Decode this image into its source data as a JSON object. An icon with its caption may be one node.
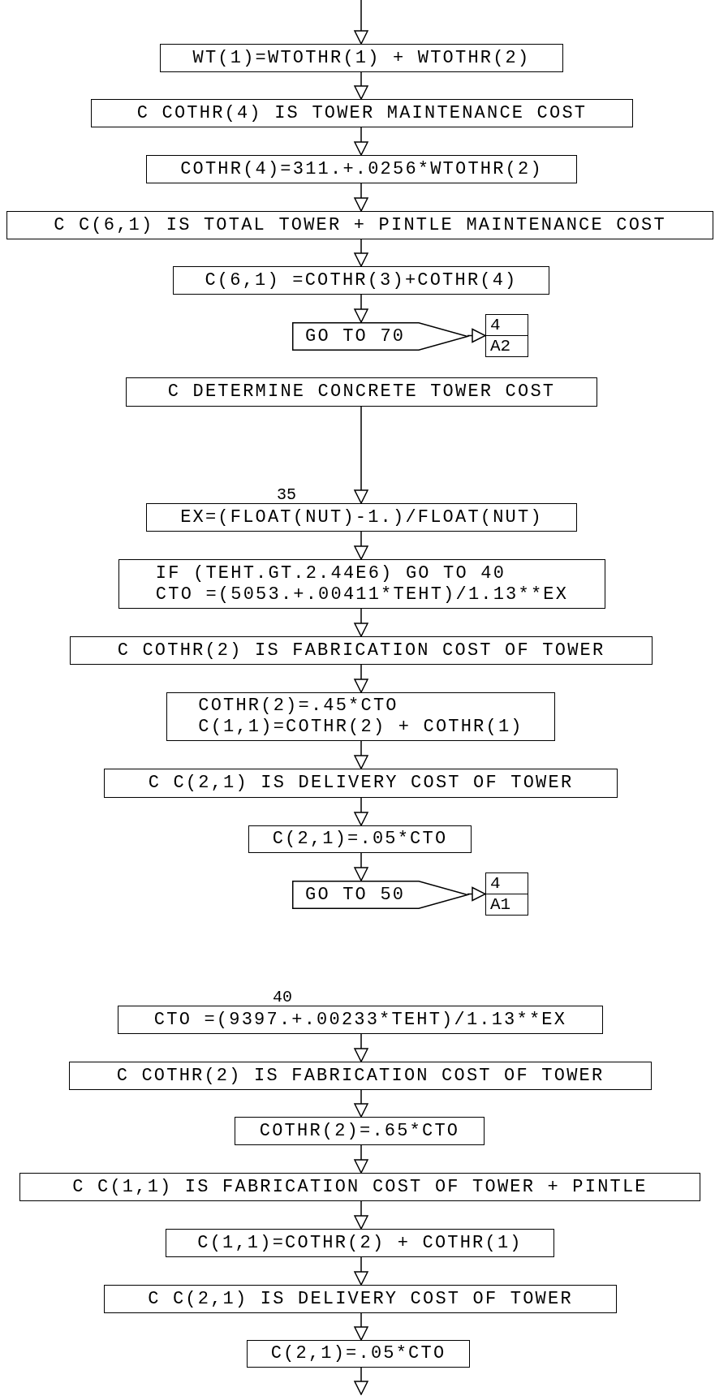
{
  "diagram": {
    "nodes": [
      {
        "text": [
          "WT(1)=WTOTHR(1) + WTOTHR(2)"
        ]
      },
      {
        "text": [
          "C COTHR(4) IS TOWER MAINTENANCE COST"
        ]
      },
      {
        "text": [
          "COTHR(4)=311.+.0256*WTOTHR(2)"
        ]
      },
      {
        "text": [
          "C C(6,1) IS TOTAL TOWER + PINTLE MAINTENANCE COST"
        ]
      },
      {
        "text": [
          "C(6,1) =COTHR(3)+COTHR(4)"
        ]
      },
      {
        "text": [
          "GO TO 70"
        ]
      },
      {
        "text": [
          "4",
          "A2"
        ]
      },
      {
        "text": [
          "C DETERMINE CONCRETE TOWER COST"
        ]
      },
      {
        "text": [
          "EX=(FLOAT(NUT)-1.)/FLOAT(NUT)"
        ],
        "beside": [
          "35"
        ]
      },
      {
        "text": [
          "IF (TEHT.GT.2.44E6) GO TO 40",
          "CTO =(5053.+.00411*TEHT)/1.13**EX"
        ]
      },
      {
        "text": [
          "C COTHR(2) IS FABRICATION COST OF TOWER"
        ]
      },
      {
        "text": [
          "COTHR(2)=.45*CTO",
          "C(1,1)=COTHR(2) + COTHR(1)"
        ]
      },
      {
        "text": [
          "C C(2,1) IS DELIVERY COST OF TOWER"
        ]
      },
      {
        "text": [
          "C(2,1)=.05*CTO"
        ]
      },
      {
        "text": [
          "GO TO 50"
        ]
      },
      {
        "text": [
          "4",
          "A1"
        ]
      },
      {
        "text": [
          "CTO =(9397.+.00233*TEHT)/1.13**EX"
        ],
        "beside": [
          "40"
        ]
      },
      {
        "text": [
          "C COTHR(2) IS FABRICATION COST OF TOWER"
        ]
      },
      {
        "text": [
          "COTHR(2)=.65*CTO"
        ]
      },
      {
        "text": [
          "C C(1,1) IS FABRICATION COST OF TOWER + PINTLE"
        ]
      },
      {
        "text": [
          "C(1,1)=COTHR(2) + COTHR(1)"
        ]
      },
      {
        "text": [
          "C C(2,1) IS DELIVERY COST OF TOWER"
        ]
      },
      {
        "text": [
          "C(2,1)=.05*CTO"
        ]
      }
    ],
    "edges": [
      {
        "from": null,
        "to": 0,
        "arrow": "to"
      },
      {
        "from": 0,
        "to": 1,
        "arrow": "to"
      },
      {
        "from": 1,
        "to": 2,
        "arrow": "to"
      },
      {
        "from": 2,
        "to": 3,
        "arrow": "to"
      },
      {
        "from": 3,
        "to": 4,
        "arrow": "to"
      },
      {
        "from": 4,
        "to": 5,
        "arrow": "to"
      },
      {
        "from": 5,
        "to": 6,
        "arrow": "to"
      },
      {
        "from": 7,
        "to": 8,
        "arrow": "to"
      },
      {
        "from": 8,
        "to": 9,
        "arrow": "to"
      },
      {
        "from": 9,
        "to": 10,
        "arrow": "to"
      },
      {
        "from": 10,
        "to": 11,
        "arrow": "to"
      },
      {
        "from": 11,
        "to": 12,
        "arrow": "to"
      },
      {
        "from": 12,
        "to": 13,
        "arrow": "to"
      },
      {
        "from": 13,
        "to": 14,
        "arrow": "to"
      },
      {
        "from": 14,
        "to": 15,
        "arrow": "to"
      },
      {
        "from": 16,
        "to": 17,
        "arrow": "to"
      },
      {
        "from": 17,
        "to": 18,
        "arrow": "to"
      },
      {
        "from": 18,
        "to": 19,
        "arrow": "to"
      },
      {
        "from": 19,
        "to": 20,
        "arrow": "to"
      },
      {
        "from": 20,
        "to": 21,
        "arrow": "to"
      },
      {
        "from": 21,
        "to": 22,
        "arrow": "to"
      },
      {
        "from": 22,
        "to": null,
        "arrow": "to"
      }
    ]
  }
}
